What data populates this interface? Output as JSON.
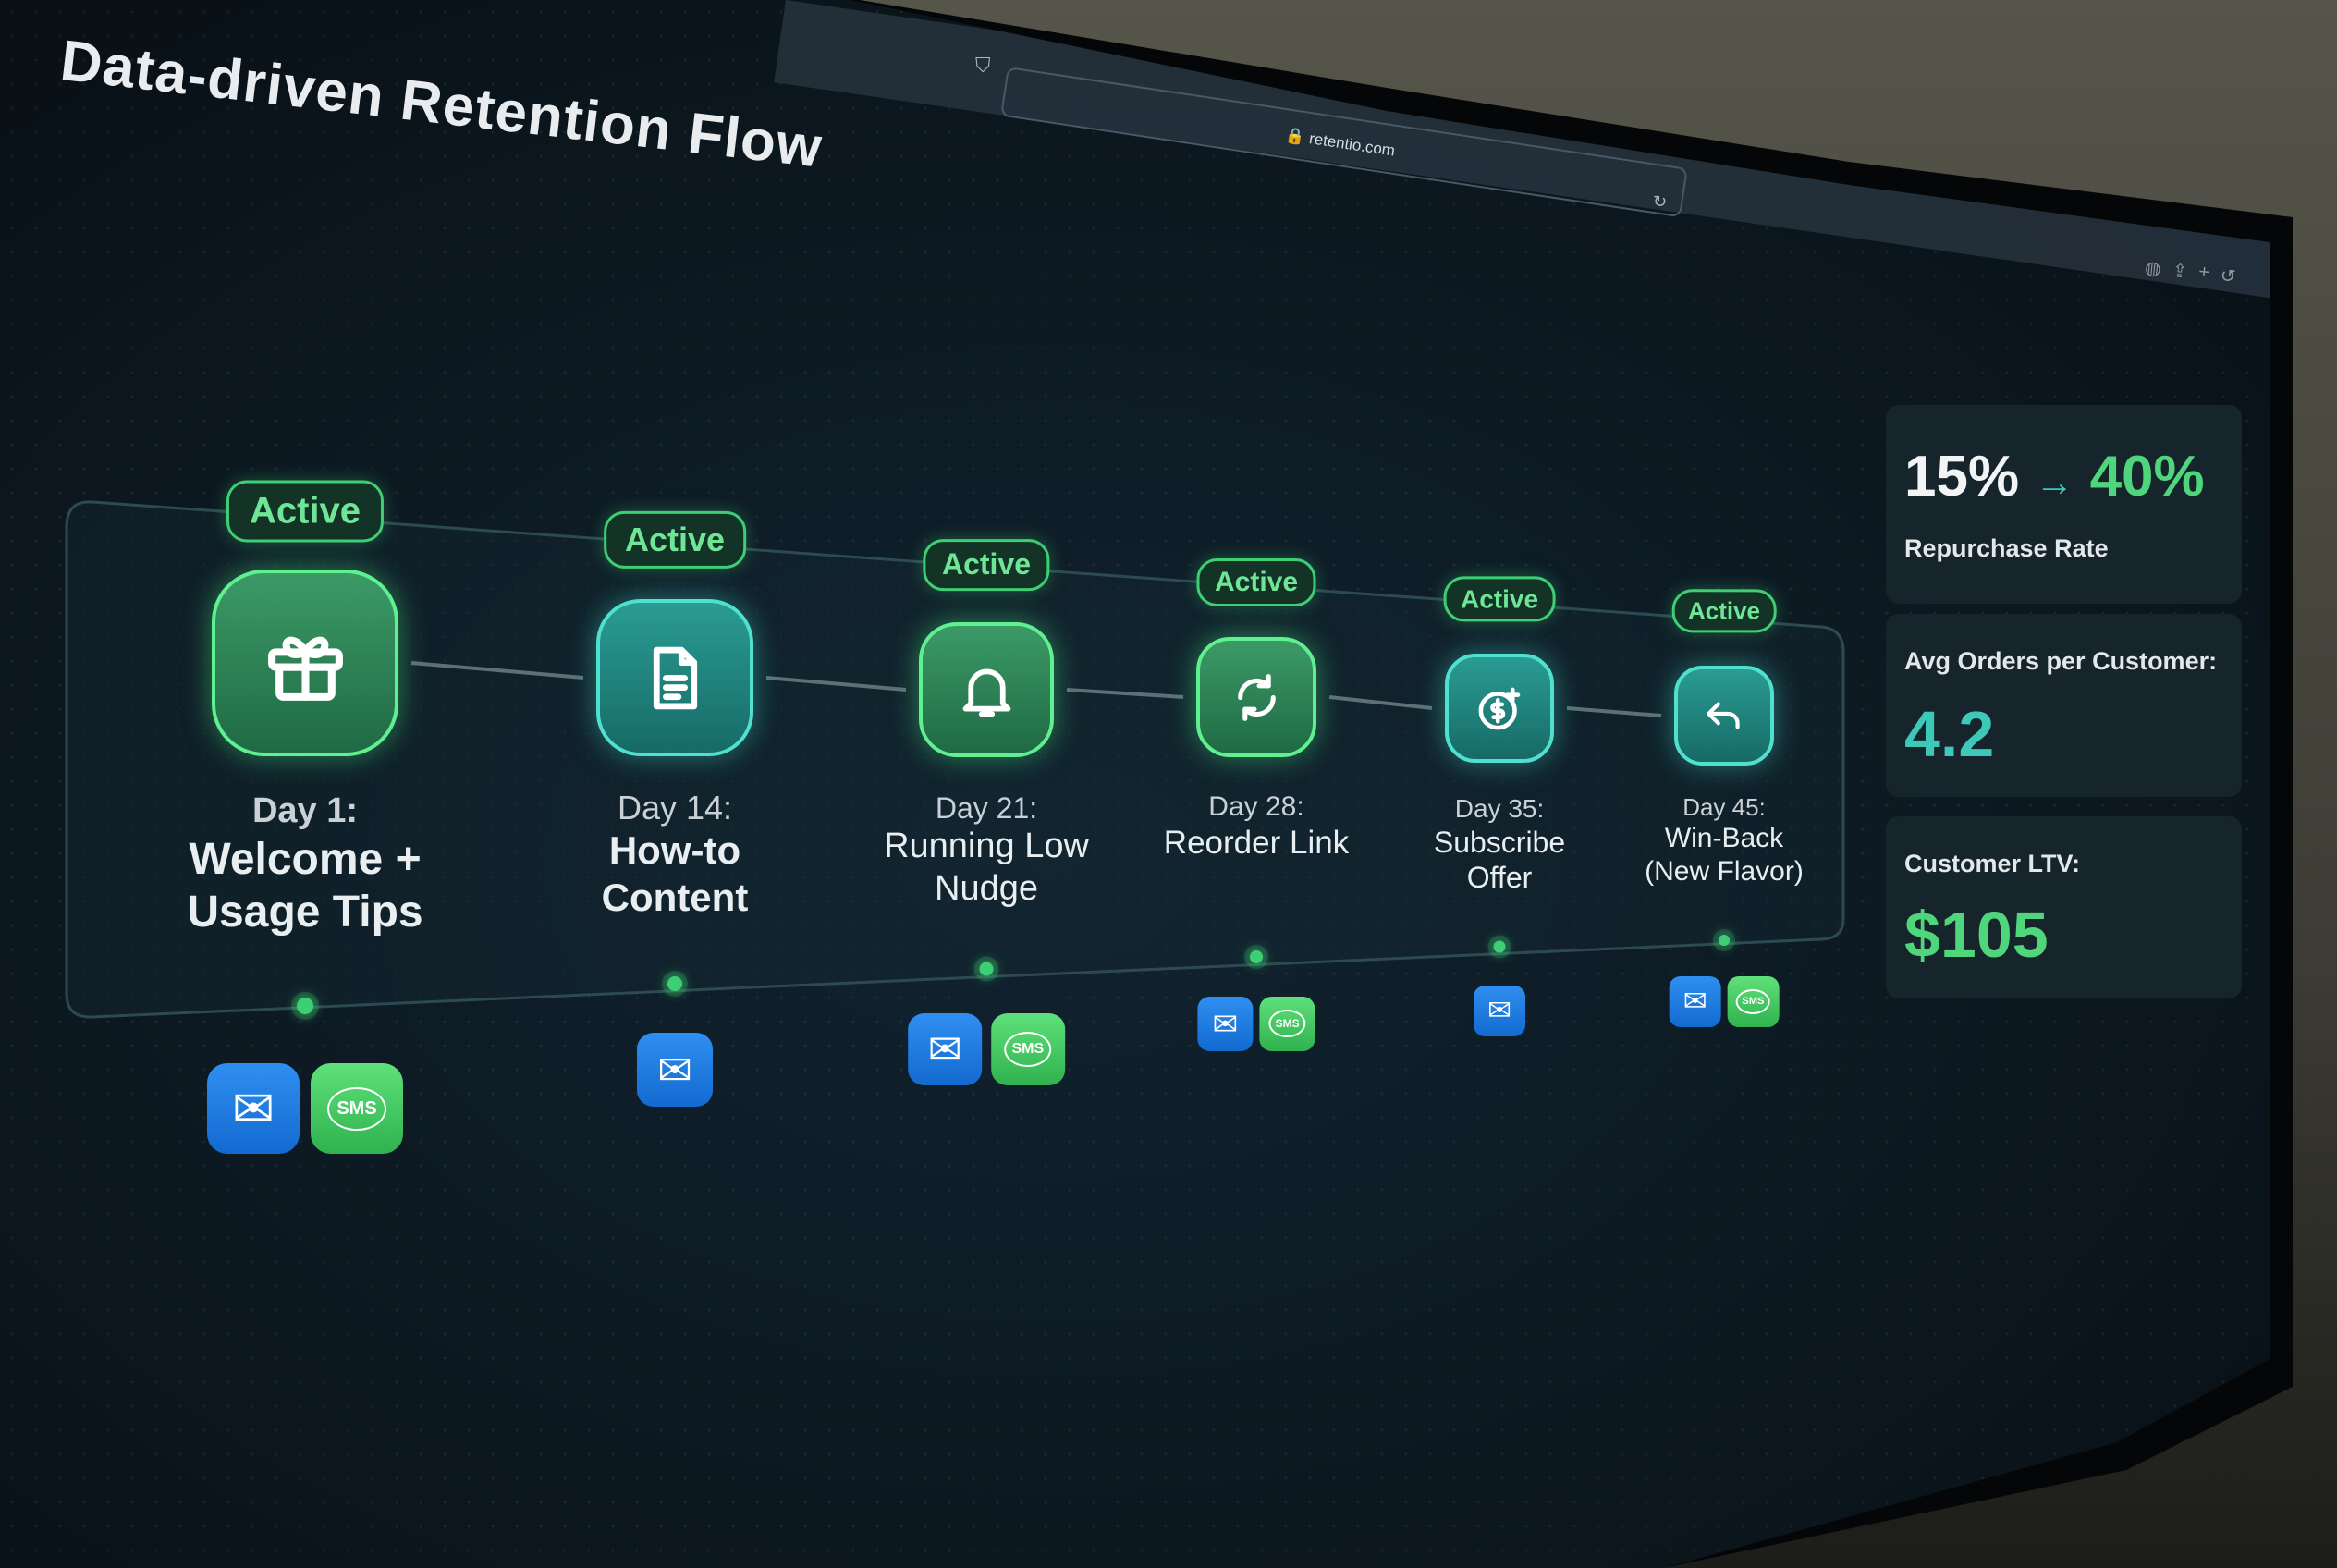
{
  "browser": {
    "url": "retentio.com",
    "shield_icon": "shield-icon",
    "reload_icon": "reload-icon",
    "toolbar_icons": [
      "extension-icon",
      "share-icon",
      "add-icon",
      "history-icon"
    ]
  },
  "page": {
    "title": "Data-driven Retention Flow"
  },
  "colors": {
    "green": "#3ecf74",
    "teal": "#3cc9b8",
    "email": "#1f7fe6",
    "sms": "#45c965",
    "background": "#0c1820"
  },
  "stages": [
    {
      "status": "Active",
      "day": "Day 1:",
      "title": [
        "Welcome +",
        "Usage Tips"
      ],
      "icon": "gift-icon",
      "tone": "green",
      "channels": [
        "email",
        "sms"
      ]
    },
    {
      "status": "Active",
      "day": "Day 14:",
      "title": [
        "How-to",
        "Content"
      ],
      "icon": "document-icon",
      "tone": "teal",
      "channels": [
        "email"
      ]
    },
    {
      "status": "Active",
      "day": "Day 21:",
      "title": [
        "Running Low",
        "Nudge"
      ],
      "icon": "bell-icon",
      "tone": "green",
      "channels": [
        "email",
        "sms"
      ]
    },
    {
      "status": "Active",
      "day": "Day 28:",
      "title": [
        "Reorder Link"
      ],
      "icon": "refresh-icon",
      "tone": "green",
      "channels": [
        "email",
        "sms"
      ]
    },
    {
      "status": "Active",
      "day": "Day 35:",
      "title": [
        "Subscribe",
        "Offer"
      ],
      "icon": "dollar-plus-icon",
      "tone": "teal",
      "channels": [
        "email"
      ]
    },
    {
      "status": "Active",
      "day": "Day 45:",
      "title": [
        "Win-Back",
        "(New Flavor)"
      ],
      "icon": "reply-icon",
      "tone": "teal",
      "channels": [
        "email",
        "sms"
      ]
    }
  ],
  "channel_labels": {
    "sms": "SMS"
  },
  "stats": {
    "repurchase": {
      "from": "15%",
      "arrow": "→",
      "to": "40%",
      "label": "Repurchase Rate"
    },
    "orders": {
      "label": "Avg Orders per Customer:",
      "value": "4.2"
    },
    "ltv": {
      "label": "Customer LTV:",
      "value": "$105"
    }
  }
}
